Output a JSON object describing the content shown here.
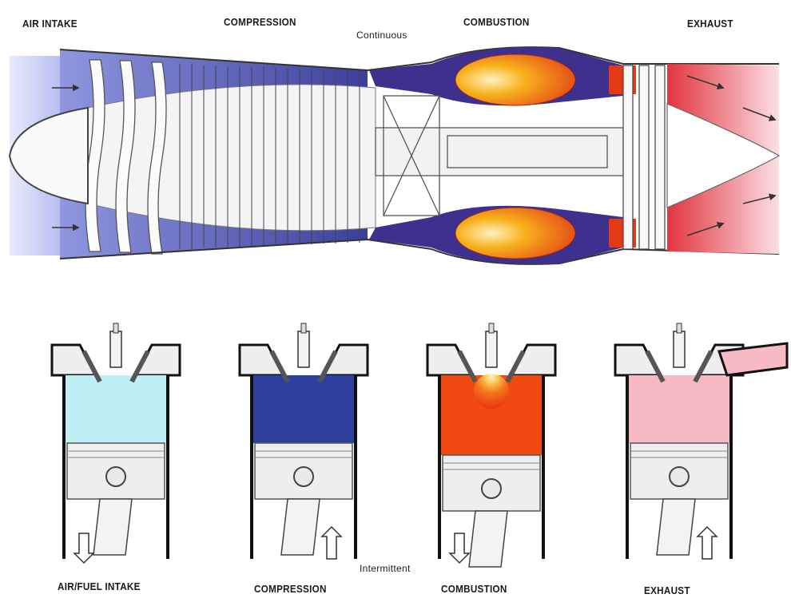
{
  "jet_engine": {
    "stages": [
      "AIR INTAKE",
      "COMPRESSION",
      "COMBUSTION",
      "EXHAUST"
    ],
    "mode": "Continuous",
    "colors": {
      "intake": "#aab4ee",
      "compression": "#3a3f9e",
      "combustion": "#e8451c",
      "flame": "#f7c31d",
      "exhaust": "#f3a4ad"
    }
  },
  "piston_engine": {
    "stages": [
      "AIR/FUEL INTAKE",
      "COMPRESSION",
      "COMBUSTION",
      "EXHAUST"
    ],
    "mode": "Intermittent",
    "colors": {
      "intake": "#bfeef4",
      "compression": "#2e3f9e",
      "combustion": "#f04a12",
      "exhaust": "#f7b9c4"
    }
  }
}
